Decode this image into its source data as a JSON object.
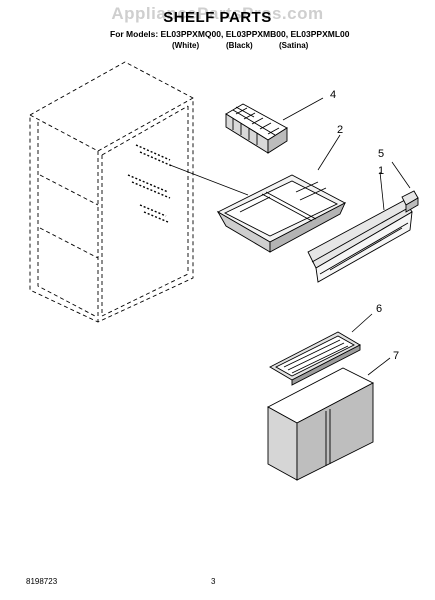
{
  "watermark": "AppliancePartsPros.com",
  "title": "SHELF PARTS",
  "models_line": "For Models: EL03PPXMQ00, EL03PPXMB00, EL03PPXML00",
  "variants": [
    "(White)",
    "(Black)",
    "(Satina)"
  ],
  "callouts": [
    "4",
    "2",
    "5",
    "1",
    "6",
    "7"
  ],
  "footer": {
    "doc_number": "8198723",
    "page_number": "3"
  }
}
